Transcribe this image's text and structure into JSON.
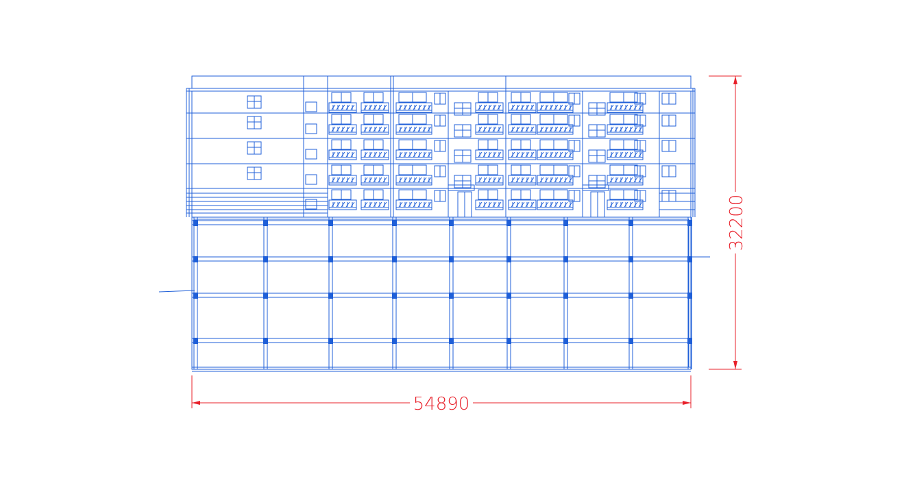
{
  "drawing": {
    "dimensions": {
      "width_label": "54890",
      "height_label": "32200"
    },
    "colors": {
      "linework": "#1f5fd8",
      "dimension": "#e8202a",
      "background": "#ffffff"
    },
    "elevation": {
      "floors": 5
    },
    "plan_grid": {
      "bays": 8,
      "rows": 4
    }
  }
}
